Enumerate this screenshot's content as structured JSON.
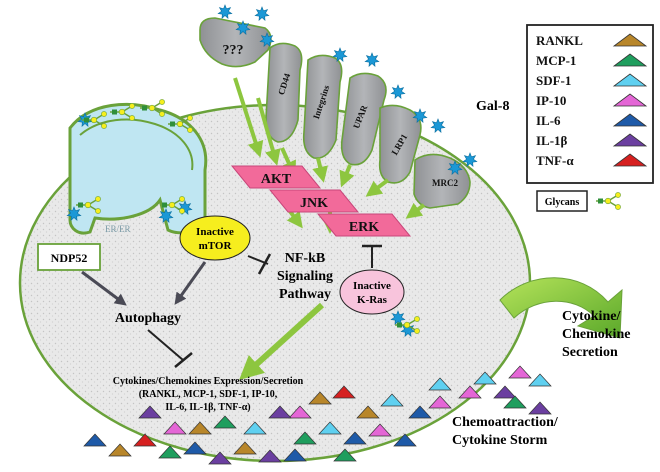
{
  "receptors": {
    "unknown": "???",
    "cd44": "CD44",
    "integrins": "Integrins",
    "upar": "UPAR",
    "lrp1": "LRP1",
    "mrc2": "MRC2"
  },
  "gal8_label": "Gal-8",
  "kinases": {
    "akt": "AKT",
    "jnk": "JNK",
    "erk": "ERK"
  },
  "inactive_mtor": [
    "Inactive",
    "mTOR"
  ],
  "inactive_kras": [
    "Inactive",
    "K-Ras"
  ],
  "ndp52": "NDP52",
  "autophagy": "Autophagy",
  "nfkb": [
    "NF-kB",
    "Signaling",
    "Pathway"
  ],
  "cytokine_expression": [
    "Cytokines/Chemokines Expression/Secretion",
    "(RANKL, MCP-1, SDF-1, IP-10,",
    "IL-6, IL-1β, TNF-α)"
  ],
  "secretion_label": [
    "Cytokine/",
    "Chemokine",
    "Secretion"
  ],
  "storm_label": [
    "Chemoattraction/",
    "Cytokine Storm"
  ],
  "legend": {
    "items": [
      {
        "label": "RANKL",
        "color": "#b8862a"
      },
      {
        "label": "MCP-1",
        "color": "#1f9e5e"
      },
      {
        "label": "SDF-1",
        "color": "#5fd0f0"
      },
      {
        "label": "IP-10",
        "color": "#e466d6"
      },
      {
        "label": "IL-6",
        "color": "#1e5aa8"
      },
      {
        "label": "IL-1β",
        "color": "#6b3fa0"
      },
      {
        "label": "TNF-α",
        "color": "#d62020"
      }
    ],
    "glycans_label": "Glycans"
  },
  "colors": {
    "cell_border": "#6aa23a",
    "arrow_green": "#8dc63f",
    "kinase_pink": "#f26a9a",
    "receptor_gray": "#a7a9ac",
    "mtor_yellow": "#f6ee1e",
    "kras_pink": "#f8c4dc",
    "galectin_star": "#1b98d6"
  }
}
